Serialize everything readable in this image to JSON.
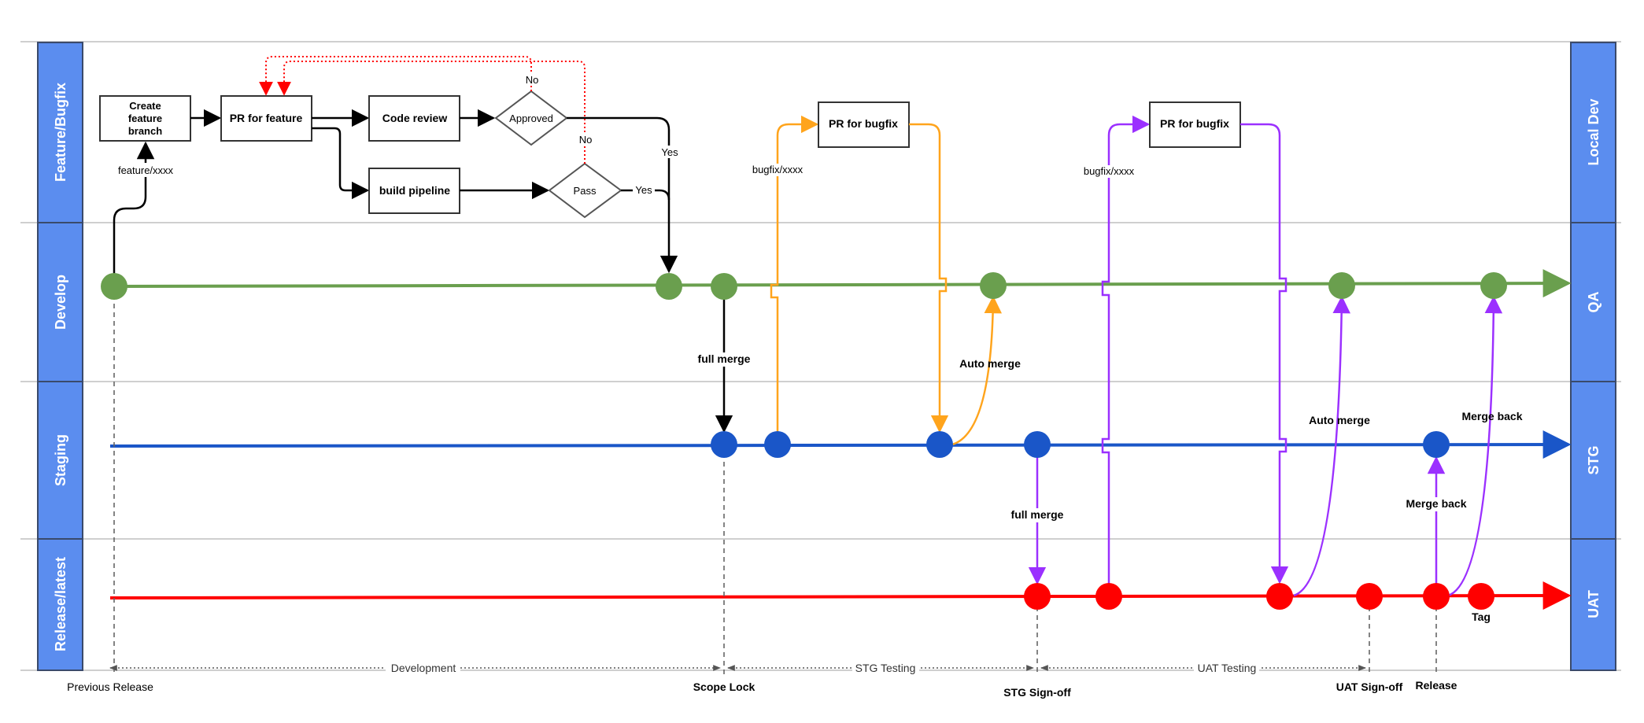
{
  "lanes_left": [
    "Feature/Bugfix",
    "Develop",
    "Staging",
    "Release/latest"
  ],
  "lanes_right": [
    "Local Dev",
    "QA",
    "STG",
    "UAT"
  ],
  "colors": {
    "lane_fill": "#5b8def",
    "lane_stroke": "#3a4a6b",
    "develop": "#6a9f4e",
    "staging": "#1a56c8",
    "release": "#ff0000",
    "bugfix_orange": "#ffa41c",
    "bugfix_purple": "#9b30ff",
    "feedback": "#ff0000"
  },
  "feature": {
    "create_branch": "Create feature branch",
    "pr_feature": "PR for feature",
    "code_review": "Code review",
    "build_pipeline": "build pipeline",
    "approved": "Approved",
    "pass": "Pass",
    "yes_approved": "Yes",
    "yes_pass": "Yes",
    "no_approved": "No",
    "no_pass": "No",
    "branch_label": "feature/xxxx"
  },
  "bugfix": {
    "pr1": "PR for bugfix",
    "pr2": "PR for bugfix",
    "branch1": "bugfix/xxxx",
    "branch2": "bugfix/xxxx"
  },
  "labels": {
    "full_merge_1": "full merge",
    "auto_merge_1": "Auto merge",
    "full_merge_2": "full merge",
    "auto_merge_2": "Auto merge",
    "merge_back_1": "Merge back",
    "merge_back_2": "Merge back",
    "tag": "Tag"
  },
  "phases": [
    "Development",
    "STG Testing",
    "UAT Testing"
  ],
  "milestones": {
    "previous_release": "Previous Release",
    "scope_lock": "Scope Lock",
    "stg_signoff": "STG Sign-off",
    "uat_signoff": "UAT Sign-off",
    "release": "Release"
  }
}
